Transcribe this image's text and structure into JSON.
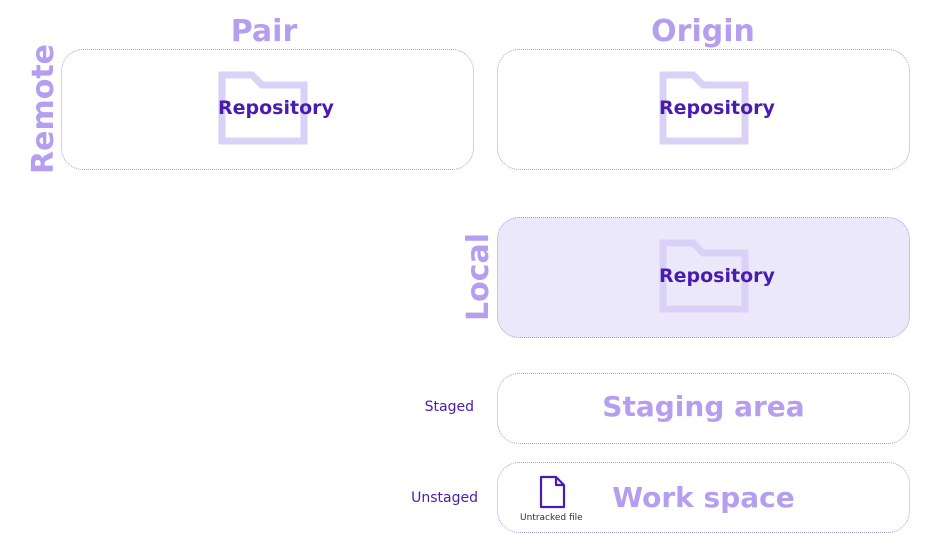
{
  "columns": {
    "pair": "Pair",
    "origin": "Origin"
  },
  "rows": {
    "remote": "Remote",
    "local": "Local"
  },
  "repository_label": "Repository",
  "staging": {
    "side_label": "Staged",
    "title": "Staging area"
  },
  "workspace": {
    "side_label": "Unstaged",
    "title": "Work space",
    "file_caption": "Untracked file"
  },
  "colors": {
    "accent_light": "#b59ef0",
    "accent_dark": "#4a1bb0",
    "border": "#a99be6",
    "local_fill": "#ebe8f9",
    "folder": "#d9d2f6"
  },
  "icons": {
    "repository": "folder-icon",
    "file": "file-icon"
  }
}
